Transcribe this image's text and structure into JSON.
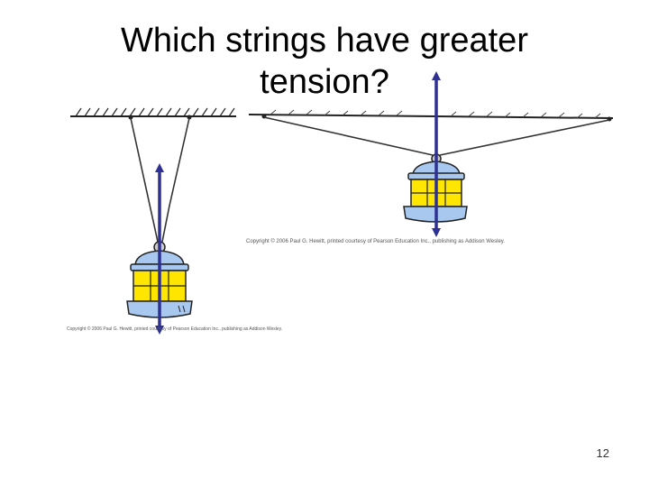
{
  "slide": {
    "title_line1": "Which strings have greater",
    "title_line2": "tension?",
    "page_number": "12"
  },
  "figures": {
    "left_credit": "Copyright © 2006 Paul G. Hewitt, printed courtesy of Pearson Education Inc., publishing as Addison Wesley.",
    "right_credit": "Copyright © 2006 Paul G. Hewitt, printed courtesy of Pearson Education Inc., publishing as Addison Wesley."
  },
  "colors": {
    "arrow": "#2e3192",
    "lantern_glass": "#ffe600",
    "lantern_frame": "#a8c8f0",
    "string": "#333333"
  }
}
